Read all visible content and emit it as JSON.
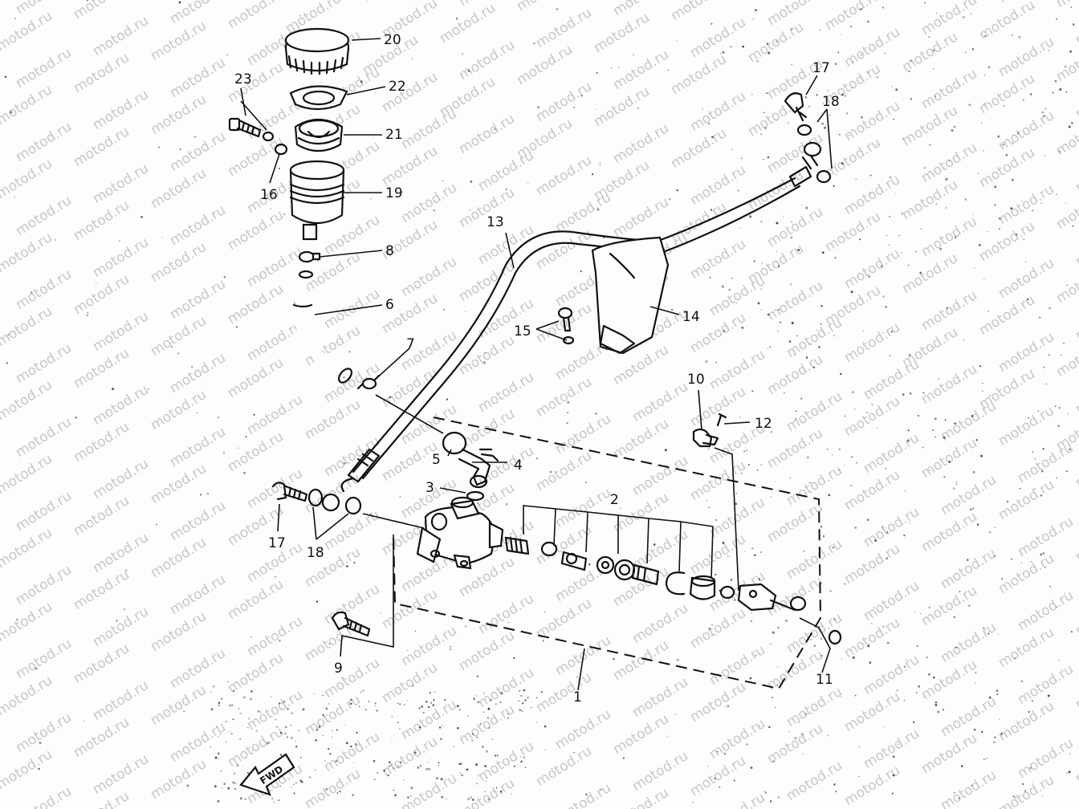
{
  "watermark": "motod.ru",
  "direction_label": "FWD",
  "callouts": {
    "c1": "1",
    "c2": "2",
    "c3": "3",
    "c4": "4",
    "c5": "5",
    "c6": "6",
    "c7": "7",
    "c8": "8",
    "c9": "9",
    "c10": "10",
    "c11": "11",
    "c12": "12",
    "c13": "13",
    "c14": "14",
    "c15": "15",
    "c16": "16",
    "c17a": "17",
    "c17b": "17",
    "c18a": "18",
    "c18b": "18",
    "c19": "19",
    "c20": "20",
    "c21": "21",
    "c22": "22",
    "c23": "23"
  }
}
